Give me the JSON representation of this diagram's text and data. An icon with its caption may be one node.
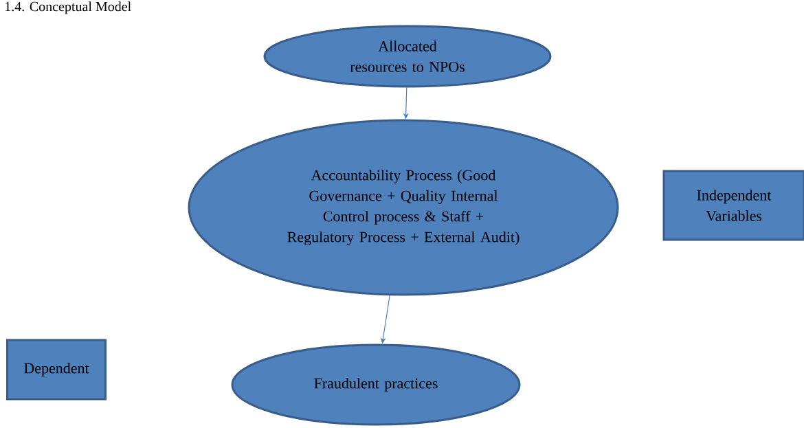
{
  "diagram": {
    "title": "1.4. Conceptual Model",
    "nodes": [
      {
        "text": [
          "Allocated resources to NPOs"
        ]
      },
      {
        "text": [
          "Accountability Process (Good Governance + Quality Internal Control process & Staff + Regulatory Process + External Audit)"
        ]
      },
      {
        "text": [
          "Fraudulent practices"
        ]
      },
      {
        "text": [
          "Independent Variables"
        ]
      },
      {
        "text": [
          "Dependent"
        ]
      }
    ],
    "edges": [
      {
        "from": 0,
        "to": 1,
        "arrow": "to"
      },
      {
        "from": 1,
        "to": 2,
        "arrow": "to"
      }
    ]
  }
}
